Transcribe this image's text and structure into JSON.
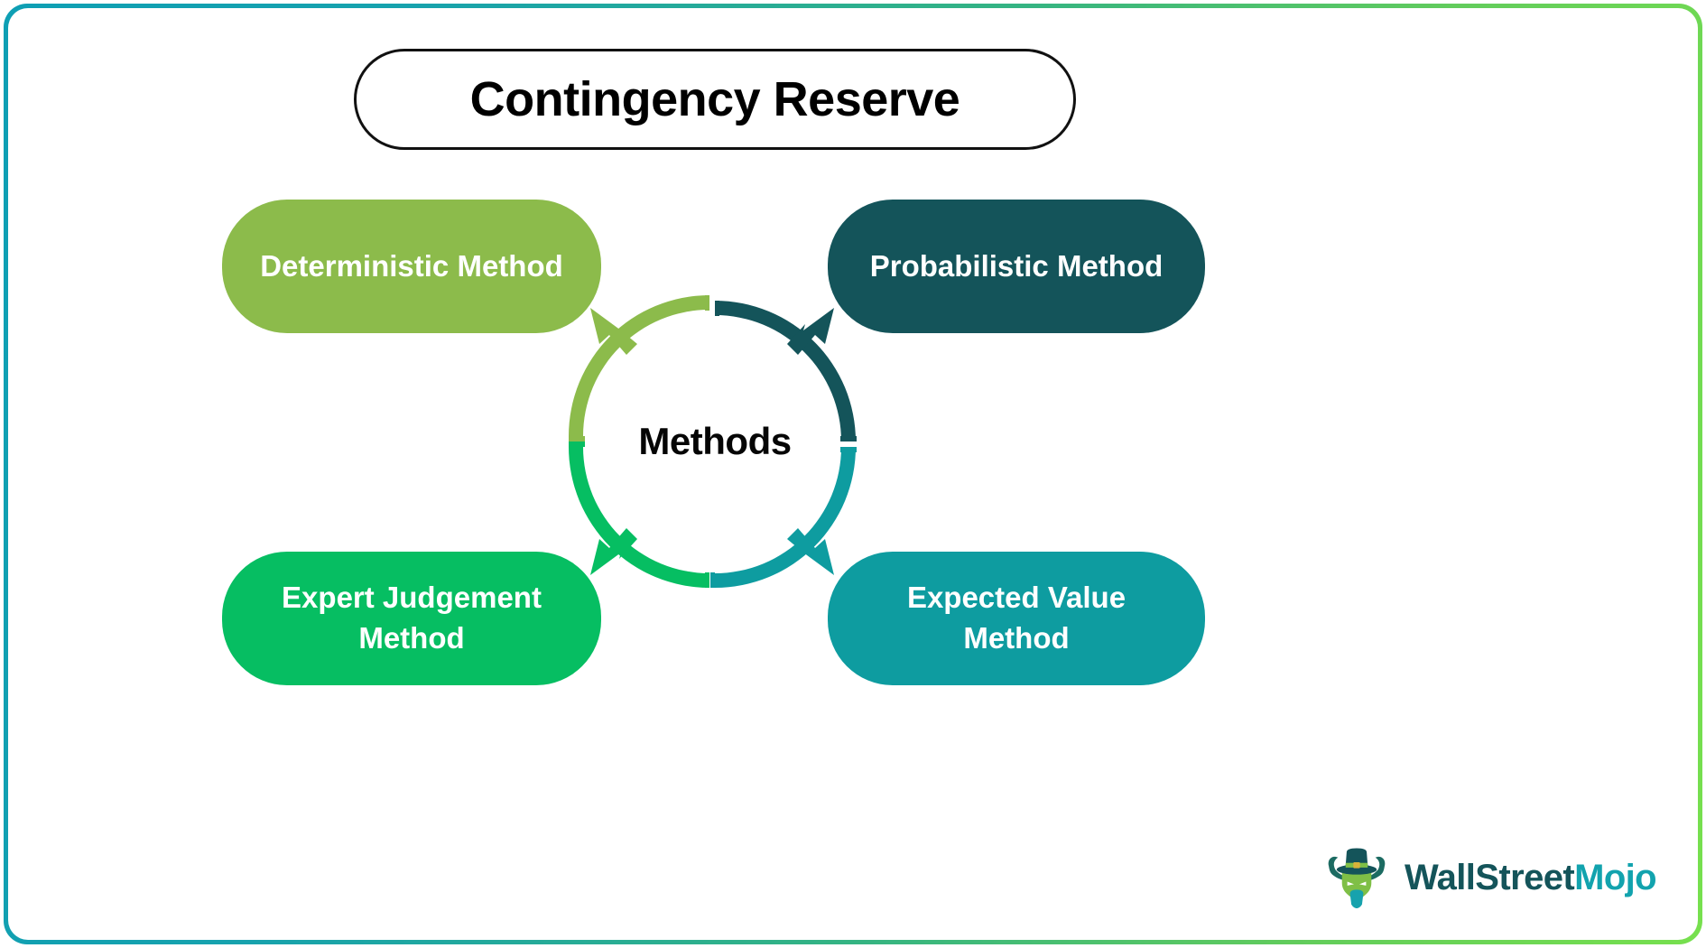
{
  "title": "Contingency Reserve",
  "center": {
    "label": "Methods"
  },
  "methods": [
    {
      "id": "deterministic",
      "label": "Deterministic Method",
      "color": "#8CBB4B",
      "position": "top-left"
    },
    {
      "id": "probabilistic",
      "label": "Probabilistic Method",
      "color": "#14545A",
      "position": "top-right"
    },
    {
      "id": "expert-judgement",
      "label": "Expert Judgement Method",
      "color": "#06BE62",
      "position": "bottom-left"
    },
    {
      "id": "expected-value",
      "label": "Expected Value Method",
      "color": "#0E9CA0",
      "position": "bottom-right"
    }
  ],
  "logo": {
    "text_primary": "WallStreet",
    "text_secondary": "Mojo",
    "mark": "bull-with-tophat-icon"
  },
  "frame": {
    "gradient_start": "#0E9FB4",
    "gradient_end": "#77E04E"
  }
}
